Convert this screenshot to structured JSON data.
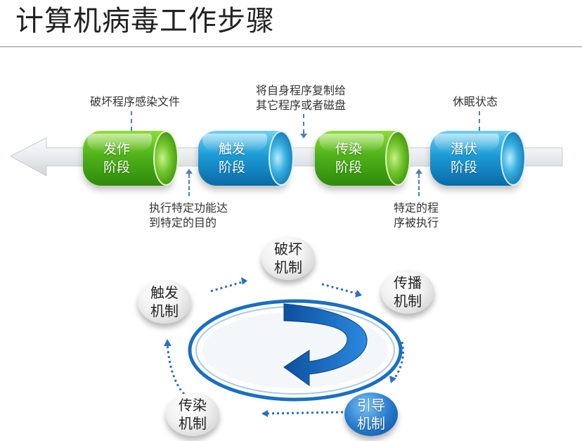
{
  "title": "计算机病毒工作步骤",
  "timeline": {
    "stages": [
      {
        "line1": "发作",
        "line2": "阶段",
        "color": "green"
      },
      {
        "line1": "触发",
        "line2": "阶段",
        "color": "blue"
      },
      {
        "line1": "传染",
        "line2": "阶段",
        "color": "green"
      },
      {
        "line1": "潜伏",
        "line2": "阶段",
        "color": "blue"
      }
    ],
    "labels_top": [
      {
        "line1": "破坏程序感染文件"
      },
      {
        "line1": "将自身程序复制给",
        "line2": "其它程序或者磁盘"
      },
      {
        "line1": "休眠状态"
      }
    ],
    "labels_bottom": [
      {
        "line1": "执行特定功能达",
        "line2": "到特定的目的"
      },
      {
        "line1": "特定的程",
        "line2": "序被执行"
      }
    ]
  },
  "cycle": {
    "mechanisms": [
      {
        "line1": "破坏",
        "line2": "机制",
        "highlight": false
      },
      {
        "line1": "传播",
        "line2": "机制",
        "highlight": false
      },
      {
        "line1": "触发",
        "line2": "机制",
        "highlight": false
      },
      {
        "line1": "传染",
        "line2": "机制",
        "highlight": false
      },
      {
        "line1": "引导",
        "line2": "机制",
        "highlight": true
      }
    ]
  },
  "colors": {
    "arrow_blue": "#1a6fc0",
    "dashed_blue": "#4a7fc0"
  }
}
